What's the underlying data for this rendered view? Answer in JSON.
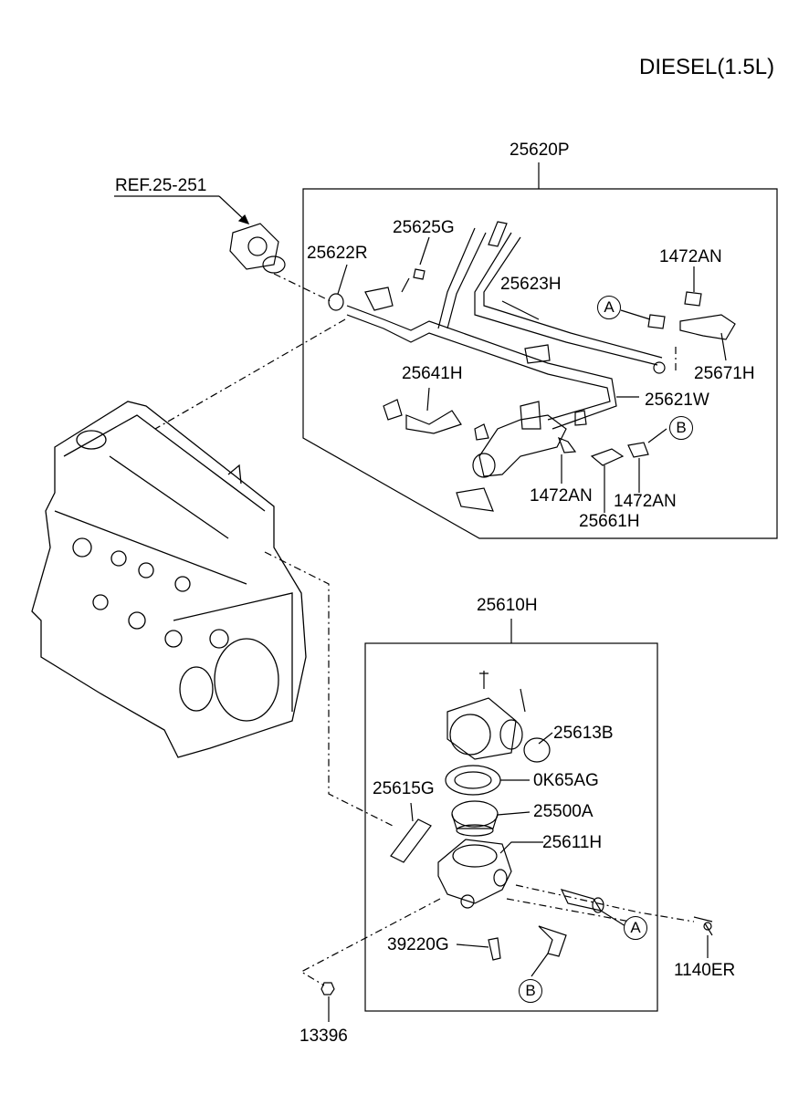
{
  "title": "DIESEL(1.5L)",
  "reference": "REF.25-251",
  "upper_group": {
    "assembly": "25620P",
    "parts": {
      "p25625G": "25625G",
      "p25622R": "25622R",
      "p25623H": "25623H",
      "p1472AN_a": "1472AN",
      "p25671H": "25671H",
      "p25641H": "25641H",
      "p25621W": "25621W",
      "p1472AN_b": "1472AN",
      "p1472AN_c": "1472AN",
      "p25661H": "25661H"
    },
    "markers": {
      "A": "A",
      "B": "B"
    }
  },
  "lower_group": {
    "assembly": "25610H",
    "parts": {
      "p25613B": "25613B",
      "p0K65AG": "0K65AG",
      "p25615G": "25615G",
      "p25500A": "25500A",
      "p25611H": "25611H",
      "p39220G": "39220G"
    },
    "markers": {
      "A": "A",
      "B": "B"
    }
  },
  "external_parts": {
    "p1140ER": "1140ER",
    "p13396": "13396"
  },
  "colors": {
    "line": "#000000",
    "background": "#ffffff"
  }
}
